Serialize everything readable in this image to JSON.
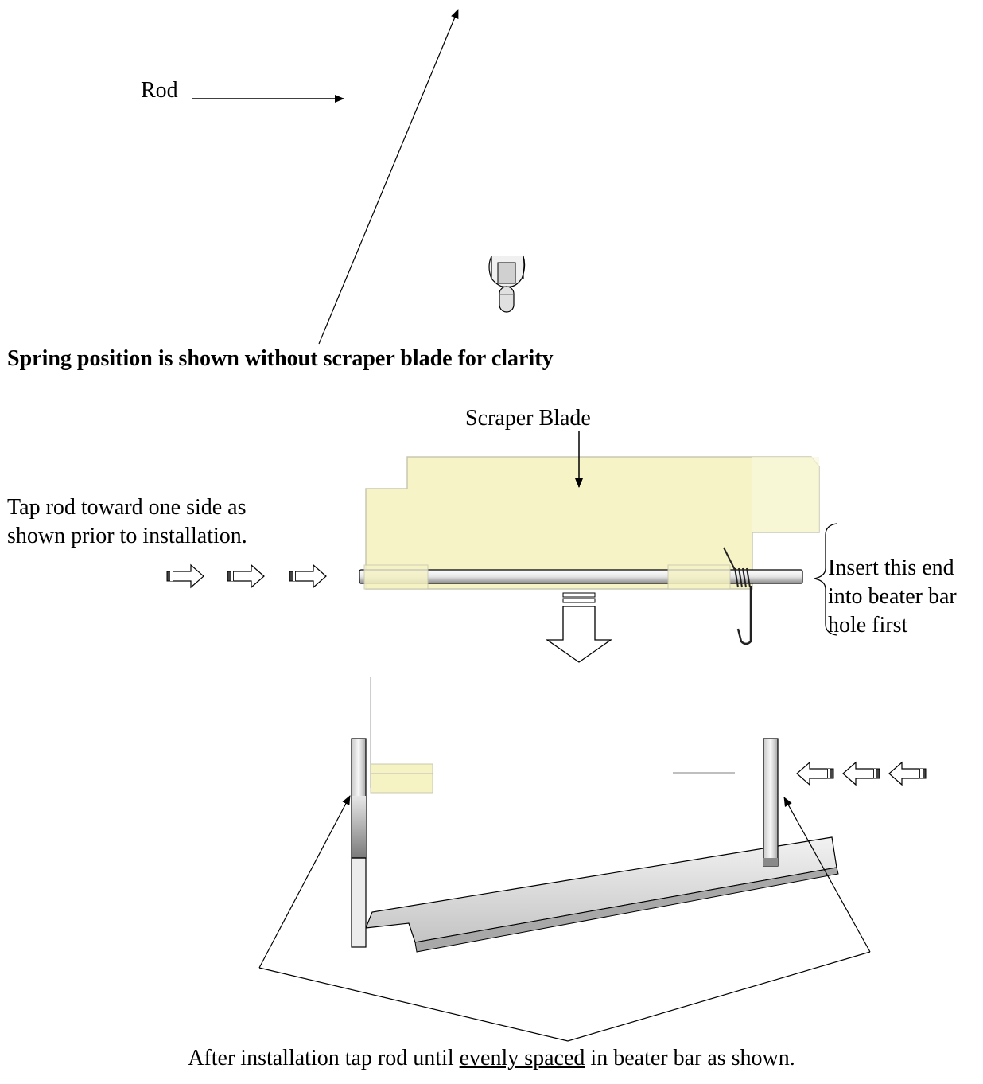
{
  "labels": {
    "rod": "Rod",
    "spring_note": "Spring position is shown without scraper blade for clarity",
    "scraper_blade": "Scraper Blade",
    "tap_rod_line1": "Tap rod toward one side as",
    "tap_rod_line2": "shown prior to installation.",
    "insert_line1": "Insert this end",
    "insert_line2": "into beater bar",
    "insert_line3": "hole first",
    "after_prefix": "After installation tap rod until ",
    "after_underlined": "evenly spaced",
    "after_suffix": " in beater bar as shown."
  },
  "colors": {
    "blade_fill": "#f5f2c4",
    "metal_light": "#f4f4f4",
    "metal_mid": "#d8d8d8",
    "metal_dark": "#909090",
    "outline": "#000000"
  }
}
